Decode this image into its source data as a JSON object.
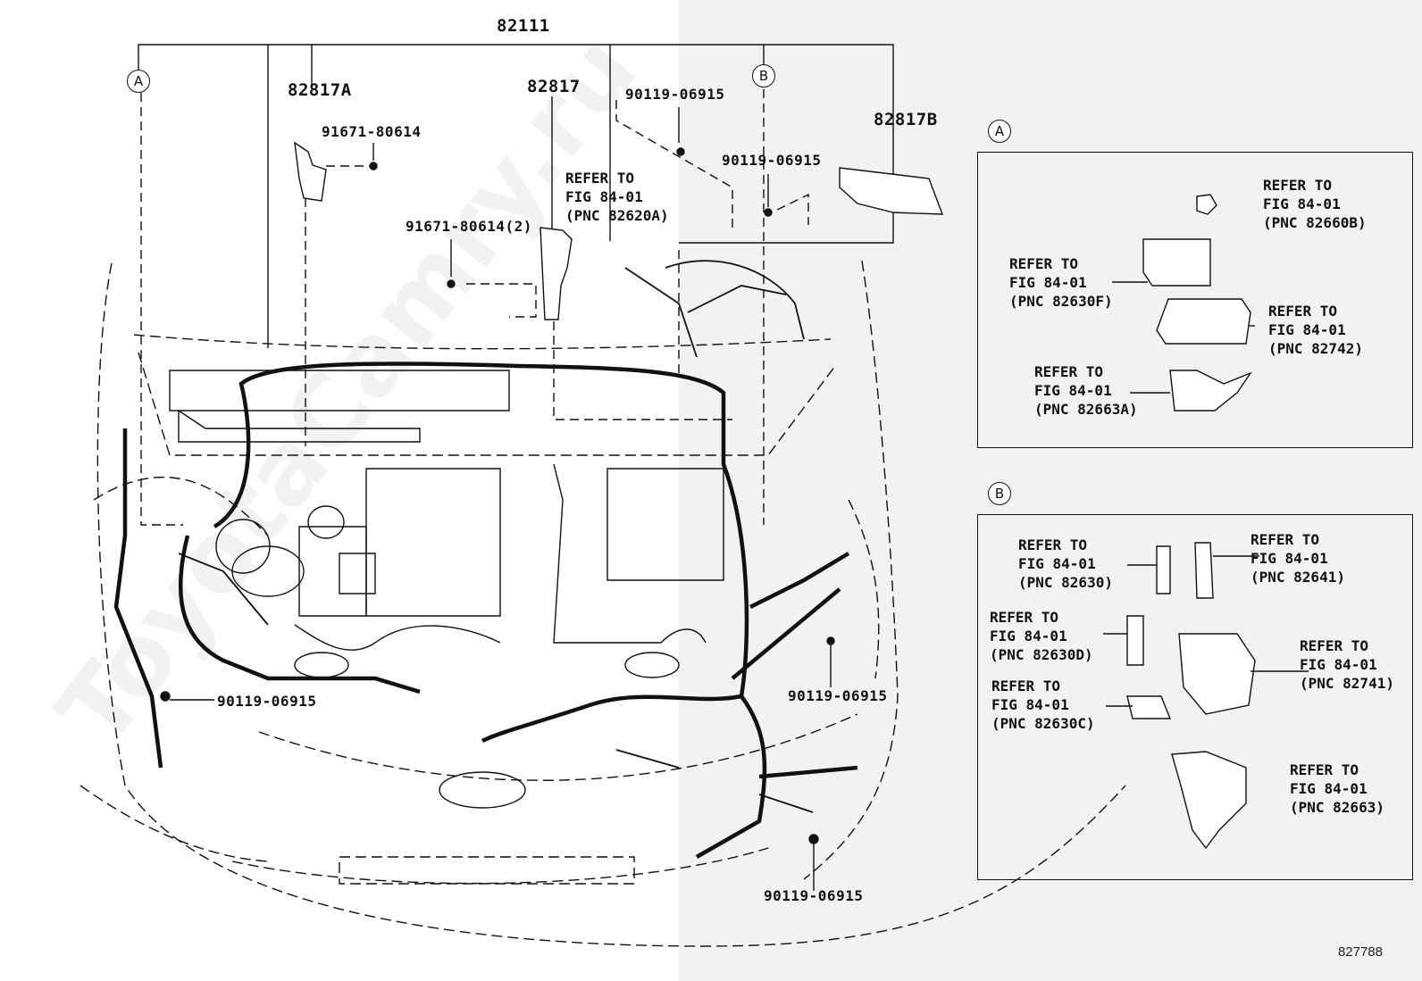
{
  "labels": {
    "main": "82111",
    "harness_a": "82817A",
    "harness": "82817",
    "harness_b": "82817B",
    "bolt_1": "91671-80614",
    "bolt_2": "91671-80614(2)",
    "screw": "90119-06915",
    "ref_820a": "REFER TO\nFIG 84-01\n(PNC 82620A)"
  },
  "markers": {
    "a": "A",
    "b": "B"
  },
  "detail_a": {
    "circle": "A",
    "refs": [
      {
        "text": "REFER TO\nFIG 84-01\n(PNC 82660B)"
      },
      {
        "text": "REFER TO\nFIG 84-01\n(PNC 82630F)"
      },
      {
        "text": "REFER TO\nFIG 84-01\n(PNC 82742)"
      },
      {
        "text": "REFER TO\nFIG 84-01\n(PNC 82663A)"
      }
    ]
  },
  "detail_b": {
    "circle": "B",
    "refs": [
      {
        "text": "REFER TO\nFIG 84-01\n(PNC 82630)"
      },
      {
        "text": "REFER TO\nFIG 84-01\n(PNC 82641)"
      },
      {
        "text": "REFER TO\nFIG 84-01\n(PNC 82630D)"
      },
      {
        "text": "REFER TO\nFIG 84-01\n(PNC 82741)"
      },
      {
        "text": "REFER TO\nFIG 84-01\n(PNC 82630C)"
      },
      {
        "text": "REFER TO\nFIG 84-01\n(PNC 82663)"
      }
    ]
  },
  "watermark": "ToyotaCamry.ru",
  "figure_number": "827788"
}
